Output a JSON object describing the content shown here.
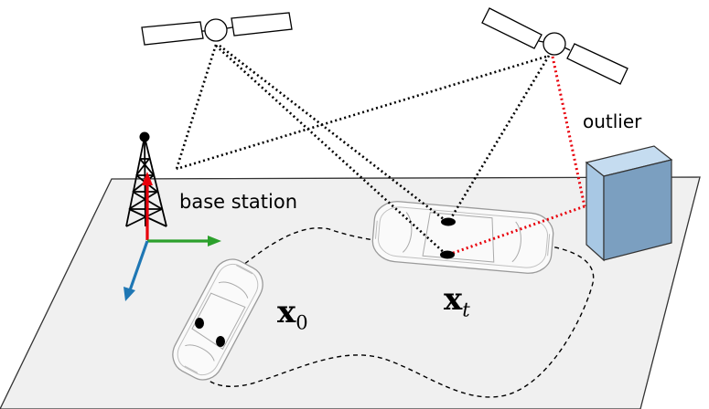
{
  "labels": {
    "outlier": "outlier",
    "base_station": "base station",
    "pose_start": {
      "symbol": "x",
      "subscript": "0"
    },
    "pose_current": {
      "symbol": "x",
      "subscript": "t"
    }
  },
  "colors": {
    "ground": "#f0f0f0",
    "outlier_box_front": "#a8c8e4",
    "outlier_box_side": "#7b9fc0",
    "outlier_box_top": "#c5dcf0",
    "outlier_ray": "#e8000b",
    "satellite_ray": "#000000",
    "axis_x": "#2ca02c",
    "axis_y": "#1f77b4",
    "axis_z": "#e8000b"
  }
}
